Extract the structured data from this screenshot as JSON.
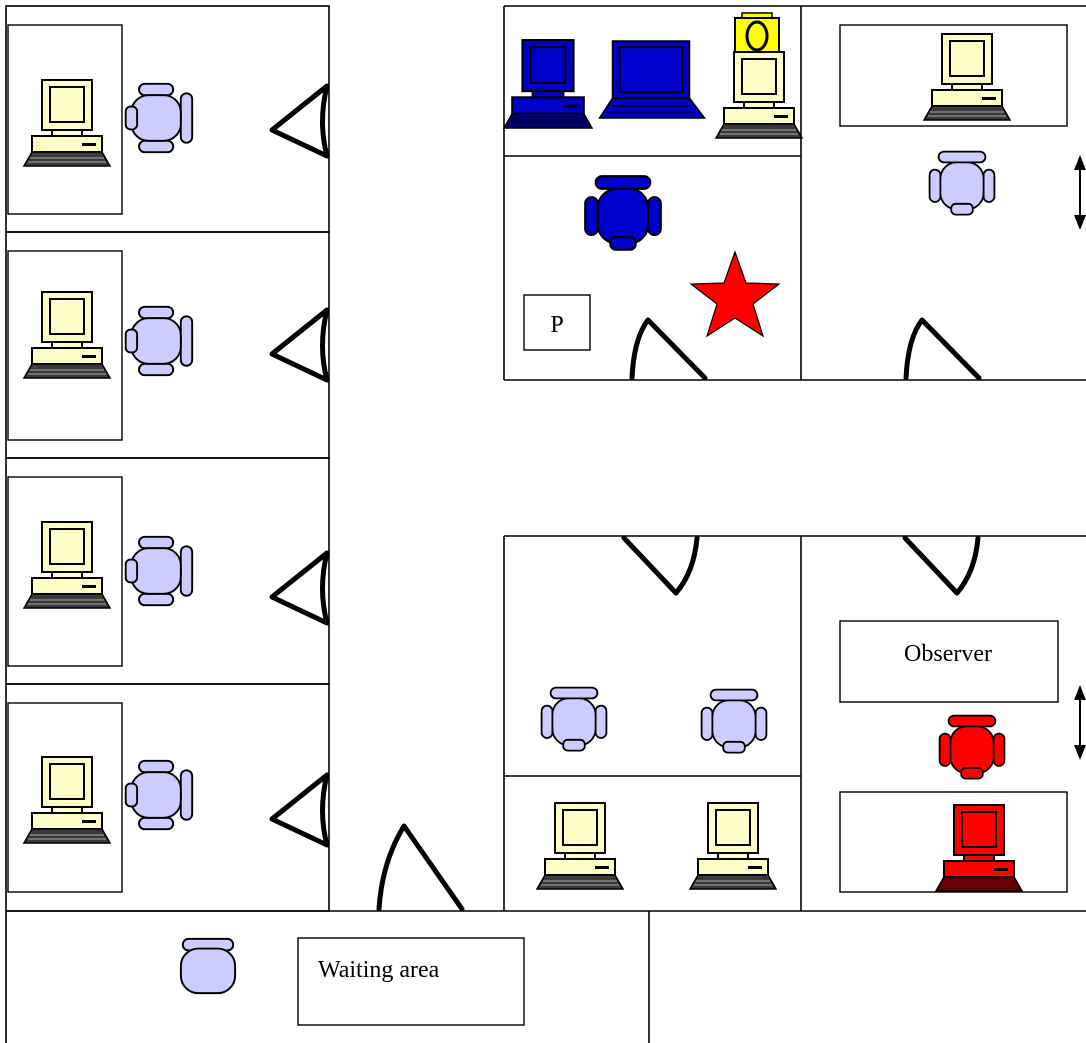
{
  "labels": {
    "printer": "P",
    "observer": "Observer",
    "waiting_area": "Waiting area"
  },
  "colors": {
    "participant": "#fdfdc5",
    "participant_chair": "#ccccff",
    "facilitator": "#0000cc",
    "observer": "#ff0000",
    "camera": "#ffff00",
    "star": "#ff0000"
  },
  "icons": {
    "computer": "desktop-computer-icon",
    "laptop": "laptop-icon",
    "chair": "office-chair-icon",
    "camera": "camera-icon",
    "star": "star-icon",
    "double_arrow": "double-arrow-icon",
    "door": "door-swing-icon"
  }
}
